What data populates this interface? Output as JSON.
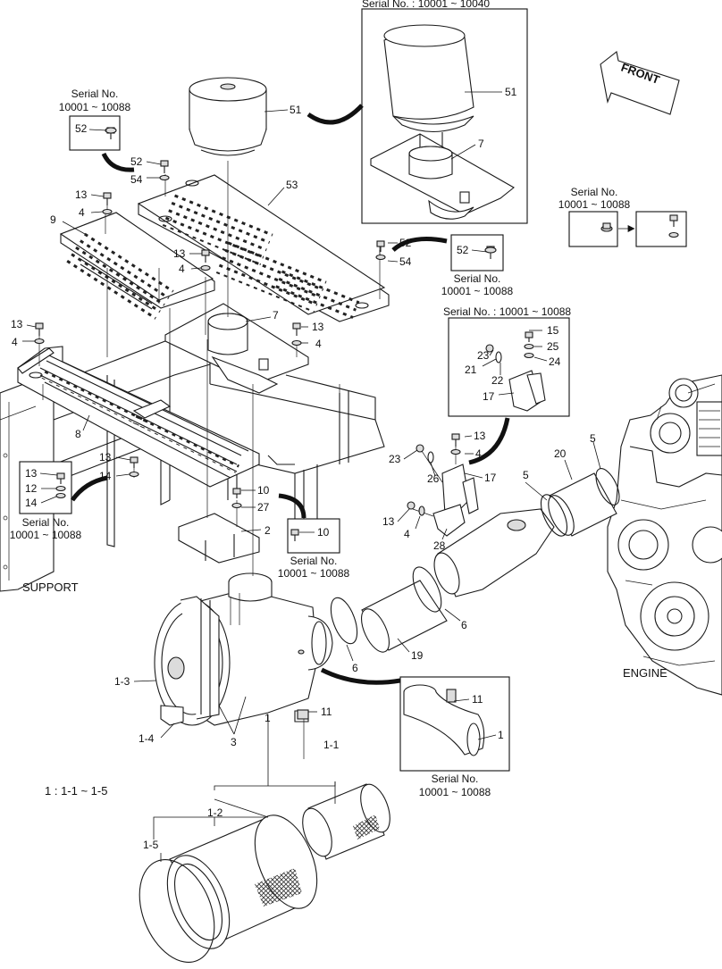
{
  "labels": {
    "serial_10040": "Serial No. : 10001 ~ 10040",
    "serial_10088_colon": "Serial No. : 10001 ~ 10088",
    "serial_no": "Serial No.",
    "serial_range": "10001 ~ 10088",
    "front": "FRONT",
    "support": "SUPPORT",
    "engine": "ENGINE",
    "kit_note": "1 : 1-1 ~ 1-5"
  },
  "callouts": {
    "c1": "1",
    "c1_1": "1-1",
    "c1_2": "1-2",
    "c1_3": "1-3",
    "c1_4": "1-4",
    "c1_5": "1-5",
    "c2": "2",
    "c3": "3",
    "c4": "4",
    "c5": "5",
    "c6": "6",
    "c7": "7",
    "c8": "8",
    "c9": "9",
    "c10": "10",
    "c11": "11",
    "c12": "12",
    "c13": "13",
    "c14": "14",
    "c15": "15",
    "c17": "17",
    "c19": "19",
    "c20": "20",
    "c21": "21",
    "c22": "22",
    "c23": "23",
    "c24": "24",
    "c25": "25",
    "c26": "26",
    "c27": "27",
    "c28": "28",
    "c51": "51",
    "c52": "52",
    "c53": "53",
    "c54": "54"
  }
}
